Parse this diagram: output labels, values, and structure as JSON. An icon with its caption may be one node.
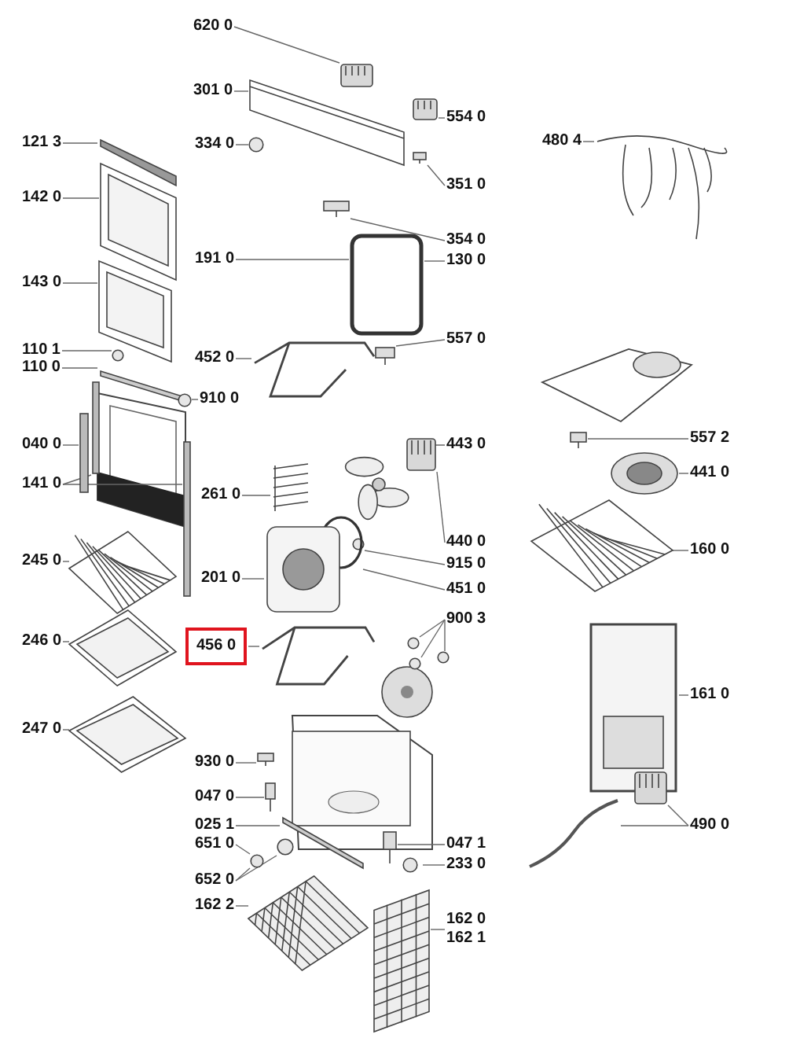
{
  "diagram": {
    "nodes": [
      {
        "text": [
          "620 0"
        ]
      },
      {
        "text": [
          "301 0"
        ]
      },
      {
        "text": [
          "334 0"
        ]
      },
      {
        "text": [
          "554 0"
        ]
      },
      {
        "text": [
          "351 0"
        ]
      },
      {
        "text": [
          "480 4"
        ]
      },
      {
        "text": [
          "121 3"
        ]
      },
      {
        "text": [
          "142 0"
        ]
      },
      {
        "text": [
          "354 0"
        ]
      },
      {
        "text": [
          "130 0"
        ]
      },
      {
        "text": [
          "143 0"
        ]
      },
      {
        "text": [
          "191 0"
        ]
      },
      {
        "text": [
          "110 1"
        ]
      },
      {
        "text": [
          "110 0"
        ]
      },
      {
        "text": [
          "452 0"
        ]
      },
      {
        "text": [
          "557 0"
        ]
      },
      {
        "text": [
          "910 0"
        ]
      },
      {
        "text": [
          "040 0"
        ]
      },
      {
        "text": [
          "141 0"
        ]
      },
      {
        "text": [
          "261 0"
        ]
      },
      {
        "text": [
          "443 0"
        ]
      },
      {
        "text": [
          "440 0"
        ]
      },
      {
        "text": [
          "915 0"
        ]
      },
      {
        "text": [
          "451 0"
        ]
      },
      {
        "text": [
          "245 0"
        ]
      },
      {
        "text": [
          "201 0"
        ]
      },
      {
        "text": [
          "557 2"
        ]
      },
      {
        "text": [
          "441 0"
        ]
      },
      {
        "text": [
          "160 0"
        ]
      },
      {
        "text": [
          "900 3"
        ]
      },
      {
        "text": [
          "246 0"
        ]
      },
      {
        "text": [
          "456 0"
        ]
      },
      {
        "text": [
          "161 0"
        ]
      },
      {
        "text": [
          "247 0"
        ]
      },
      {
        "text": [
          "930 0"
        ]
      },
      {
        "text": [
          "047 0"
        ]
      },
      {
        "text": [
          "025 1"
        ]
      },
      {
        "text": [
          "651 0"
        ]
      },
      {
        "text": [
          "652 0"
        ]
      },
      {
        "text": [
          "490 0"
        ]
      },
      {
        "text": [
          "047 1"
        ]
      },
      {
        "text": [
          "233 0"
        ]
      },
      {
        "text": [
          "162 2"
        ]
      },
      {
        "text": [
          "162 0",
          "162 1"
        ]
      },
      {
        "text": [],
        "shape": "picture"
      },
      {
        "text": [],
        "shape": "picture"
      },
      {
        "text": [],
        "shape": "circle"
      },
      {
        "text": [],
        "shape": "picture"
      },
      {
        "text": [],
        "shape": "picture"
      },
      {
        "text": [],
        "shape": "picture"
      },
      {
        "text": [],
        "shape": "bar"
      },
      {
        "text": [],
        "shape": "picture"
      },
      {
        "text": [],
        "shape": "picture"
      },
      {
        "text": [],
        "shape": "picture"
      },
      {
        "text": [],
        "shape": "box"
      },
      {
        "text": [],
        "shape": "circle"
      },
      {
        "text": [],
        "shape": "bar"
      },
      {
        "text": [],
        "shape": "picture"
      },
      {
        "text": [],
        "shape": "picture"
      },
      {
        "text": [],
        "shape": "circle"
      },
      {
        "text": [],
        "shape": "bar"
      },
      {
        "text": [],
        "shape": "bar"
      },
      {
        "text": [],
        "shape": "bar"
      },
      {
        "text": [],
        "shape": "picture"
      },
      {
        "text": [],
        "shape": "picture"
      },
      {
        "text": [],
        "shape": "picture"
      },
      {
        "text": [],
        "shape": "circle"
      },
      {
        "text": [],
        "shape": "circle"
      },
      {
        "text": [],
        "shape": "picture"
      },
      {
        "text": [],
        "shape": "picture"
      },
      {
        "text": [],
        "shape": "picture"
      },
      {
        "text": [],
        "shape": "picture"
      },
      {
        "text": [],
        "shape": "picture"
      },
      {
        "text": [],
        "shape": "circle"
      },
      {
        "text": [],
        "shape": "circle"
      },
      {
        "text": [],
        "shape": "circle"
      },
      {
        "text": [],
        "shape": "picture"
      },
      {
        "text": [],
        "shape": "picture"
      },
      {
        "text": [],
        "shape": "picture"
      },
      {
        "text": [],
        "shape": "picture"
      },
      {
        "text": [],
        "shape": "picture"
      },
      {
        "text": [],
        "shape": "picture"
      },
      {
        "text": [],
        "shape": "bar"
      },
      {
        "text": [],
        "shape": "circle"
      },
      {
        "text": [],
        "shape": "circle"
      },
      {
        "text": [],
        "shape": "picture"
      },
      {
        "text": [],
        "shape": "picture"
      },
      {
        "text": [],
        "shape": "picture"
      },
      {
        "text": [],
        "shape": "circle"
      },
      {
        "text": [],
        "shape": "picture"
      },
      {
        "text": [],
        "shape": "picture"
      }
    ],
    "edges": [
      {
        "from": 0,
        "to": 44,
        "arrow": "none"
      },
      {
        "from": 1,
        "to": 45,
        "arrow": "none"
      },
      {
        "from": 2,
        "to": 46,
        "arrow": "none"
      },
      {
        "from": 3,
        "to": 47,
        "arrow": "none"
      },
      {
        "from": 4,
        "to": 48,
        "arrow": "none"
      },
      {
        "from": 5,
        "to": 49,
        "arrow": "none"
      },
      {
        "from": 6,
        "to": 50,
        "arrow": "none"
      },
      {
        "from": 7,
        "to": 51,
        "arrow": "none"
      },
      {
        "from": 8,
        "to": 52,
        "arrow": "none"
      },
      {
        "from": 9,
        "to": 54,
        "arrow": "none"
      },
      {
        "from": 10,
        "to": 53,
        "arrow": "none"
      },
      {
        "from": 11,
        "to": 54,
        "arrow": "none"
      },
      {
        "from": 12,
        "to": 55,
        "arrow": "none"
      },
      {
        "from": 13,
        "to": 56,
        "arrow": "none"
      },
      {
        "from": 14,
        "to": 57,
        "arrow": "none"
      },
      {
        "from": 15,
        "to": 58,
        "arrow": "none"
      },
      {
        "from": 16,
        "to": 59,
        "arrow": "none"
      },
      {
        "from": 17,
        "to": 60,
        "arrow": "none"
      },
      {
        "from": 18,
        "to": 61,
        "arrow": "none"
      },
      {
        "from": 18,
        "to": 62,
        "arrow": "none"
      },
      {
        "from": 19,
        "to": 63,
        "arrow": "none"
      },
      {
        "from": 20,
        "to": 64,
        "arrow": "none"
      },
      {
        "from": 21,
        "to": 65,
        "arrow": "none"
      },
      {
        "from": 22,
        "to": 66,
        "arrow": "none"
      },
      {
        "from": 23,
        "to": 67,
        "arrow": "none"
      },
      {
        "from": 24,
        "to": 68,
        "arrow": "none"
      },
      {
        "from": 25,
        "to": 69,
        "arrow": "none"
      },
      {
        "from": 26,
        "to": 70,
        "arrow": "none"
      },
      {
        "from": 27,
        "to": 71,
        "arrow": "none"
      },
      {
        "from": 28,
        "to": 72,
        "arrow": "none"
      },
      {
        "from": 29,
        "to": 73,
        "arrow": "none"
      },
      {
        "from": 29,
        "to": 74,
        "arrow": "none"
      },
      {
        "from": 29,
        "to": 75,
        "arrow": "none"
      },
      {
        "from": 30,
        "to": 76,
        "arrow": "none"
      },
      {
        "from": 31,
        "to": 77,
        "arrow": "none"
      },
      {
        "from": 32,
        "to": 78,
        "arrow": "none"
      },
      {
        "from": 33,
        "to": 79,
        "arrow": "none"
      },
      {
        "from": 34,
        "to": 80,
        "arrow": "none"
      },
      {
        "from": 35,
        "to": 81,
        "arrow": "none"
      },
      {
        "from": 36,
        "to": 82,
        "arrow": "none"
      },
      {
        "from": 37,
        "to": 83,
        "arrow": "none"
      },
      {
        "from": 38,
        "to": 83,
        "arrow": "none"
      },
      {
        "from": 38,
        "to": 84,
        "arrow": "none"
      },
      {
        "from": 39,
        "to": 85,
        "arrow": "none"
      },
      {
        "from": 39,
        "to": 86,
        "arrow": "none"
      },
      {
        "from": 40,
        "to": 87,
        "arrow": "none"
      },
      {
        "from": 41,
        "to": 88,
        "arrow": "none"
      },
      {
        "from": 42,
        "to": 89,
        "arrow": "none"
      },
      {
        "from": 43,
        "to": 90,
        "arrow": "none"
      }
    ]
  }
}
